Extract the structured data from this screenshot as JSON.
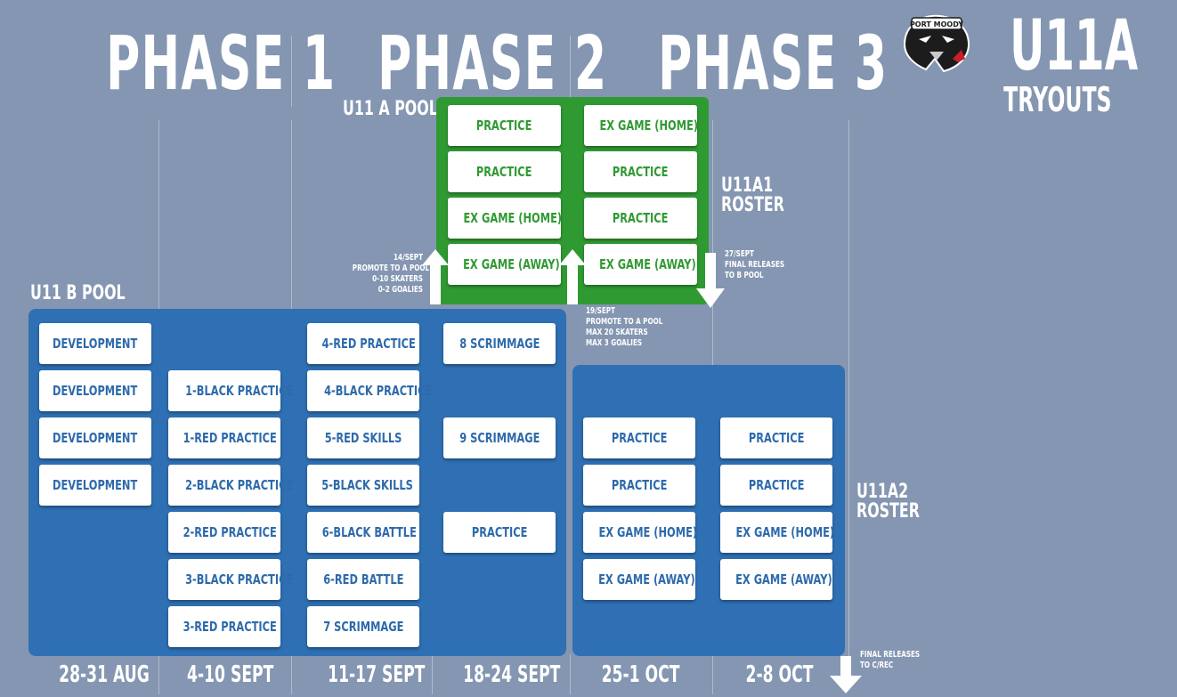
{
  "header": {
    "phases": [
      "PHASE 1",
      "PHASE 2",
      "PHASE 3"
    ],
    "title": "U11A",
    "subtitle": "TRYOUTS",
    "logo_text": "PORT MOODY"
  },
  "pools": {
    "a_pool_label": "U11 A POOL",
    "b_pool_label": "U11 B POOL",
    "a1_roster": [
      "U11A1",
      "ROSTER"
    ],
    "a2_roster": [
      "U11A2",
      "ROSTER"
    ]
  },
  "a_pool": {
    "col1": [
      "PRACTICE",
      "PRACTICE",
      "EX GAME (HOME)",
      "EX GAME (AWAY)"
    ],
    "col2": [
      "EX GAME (HOME)",
      "PRACTICE",
      "PRACTICE",
      "EX GAME (AWAY)"
    ]
  },
  "b_pool": {
    "col1": [
      "DEVELOPMENT",
      "DEVELOPMENT",
      "DEVELOPMENT",
      "DEVELOPMENT"
    ],
    "col2": [
      "1-BLACK PRACTICE",
      "1-RED PRACTICE",
      "2-BLACK PRACTICE",
      "2-RED PRACTICE",
      "3-BLACK PRACTICE",
      "3-RED PRACTICE"
    ],
    "col3": [
      "4-RED PRACTICE",
      "4-BLACK PRACTICE",
      "5-RED SKILLS",
      "5-BLACK SKILLS",
      "6-BLACK BATTLE",
      "6-RED BATTLE",
      "7 SCRIMMAGE"
    ],
    "col4": [
      "8 SCRIMMAGE",
      "9 SCRIMMAGE",
      "PRACTICE"
    ]
  },
  "a2_pool": {
    "col1": [
      "PRACTICE",
      "PRACTICE",
      "EX GAME (HOME)",
      "EX GAME (AWAY)"
    ],
    "col2": [
      "PRACTICE",
      "PRACTICE",
      "EX GAME (HOME)",
      "EX GAME (AWAY)"
    ]
  },
  "notes": {
    "promote_14": [
      "14/SEPT",
      "PROMOTE TO A POOL",
      "0-10 SKATERS",
      "0-2 GOALIES"
    ],
    "promote_19": [
      "19/SEPT",
      "PROMOTE TO A POOL",
      "MAX 20 SKATERS",
      "MAX 3 GOALIES"
    ],
    "release_27": [
      "27/SEPT",
      "FINAL RELEASES",
      "TO B POOL"
    ],
    "final_release": [
      "FINAL RELEASES",
      "TO C/REC"
    ]
  },
  "dates": [
    "28-31 AUG",
    "4-10 SEPT",
    "11-17 SEPT",
    "18-24 SEPT",
    "25-1 OCT",
    "2-8 OCT"
  ],
  "colors": {
    "background": "#8496b1",
    "blue_panel": "#2e70b3",
    "green_panel": "#2f9a32",
    "box": "#ffffff"
  }
}
